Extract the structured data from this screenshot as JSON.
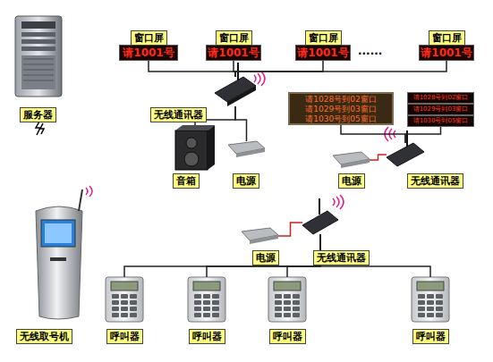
{
  "diagram": {
    "nodes": [
      {
        "text": [
          "窗口屏",
          "请1001号"
        ]
      },
      {
        "text": [
          "窗口屏",
          "请1001号"
        ]
      },
      {
        "text": [
          "窗口屏",
          "请1001号"
        ]
      },
      {
        "text": [
          "窗口屏",
          "请1001号"
        ]
      },
      {
        "text": [
          "服务器"
        ]
      },
      {
        "text": [
          "无线通讯器"
        ]
      },
      {
        "text": [
          "音箱"
        ]
      },
      {
        "text": [
          "电源"
        ]
      },
      {
        "text": [
          "请1028号到02窗口",
          "请1029号到03窗口",
          "请1030号到05窗口"
        ]
      },
      {
        "text": [
          "请1028号到02窗口",
          "请1029号到03窗口",
          "请1030号到05窗口"
        ]
      },
      {
        "text": [
          "电源"
        ]
      },
      {
        "text": [
          "无线通讯器"
        ]
      },
      {
        "text": [
          "无线取号机"
        ]
      },
      {
        "text": [
          "电源"
        ]
      },
      {
        "text": [
          "无线通讯器"
        ]
      },
      {
        "text": [
          "呼叫器"
        ]
      },
      {
        "text": [
          "呼叫器"
        ]
      },
      {
        "text": [
          "呼叫器"
        ]
      },
      {
        "text": [
          "呼叫器"
        ]
      }
    ],
    "edges": [
      {
        "from": 0,
        "to": 5,
        "arrow": "none"
      },
      {
        "from": 1,
        "to": 5,
        "arrow": "none"
      },
      {
        "from": 2,
        "to": 5,
        "arrow": "none"
      },
      {
        "from": 3,
        "to": 5,
        "arrow": "none"
      },
      {
        "from": 5,
        "to": 6,
        "arrow": "none"
      },
      {
        "from": 5,
        "to": 7,
        "arrow": "none"
      },
      {
        "from": 11,
        "to": 8,
        "arrow": "none"
      },
      {
        "from": 11,
        "to": 9,
        "arrow": "none"
      },
      {
        "from": 10,
        "to": 11,
        "arrow": "none"
      },
      {
        "from": 13,
        "to": 14,
        "arrow": "none"
      },
      {
        "from": 14,
        "to": 15,
        "arrow": "none"
      },
      {
        "from": 14,
        "to": 16,
        "arrow": "none"
      },
      {
        "from": 14,
        "to": 17,
        "arrow": "none"
      },
      {
        "from": 14,
        "to": 18,
        "arrow": "none"
      }
    ],
    "labels": [
      "......"
    ]
  }
}
